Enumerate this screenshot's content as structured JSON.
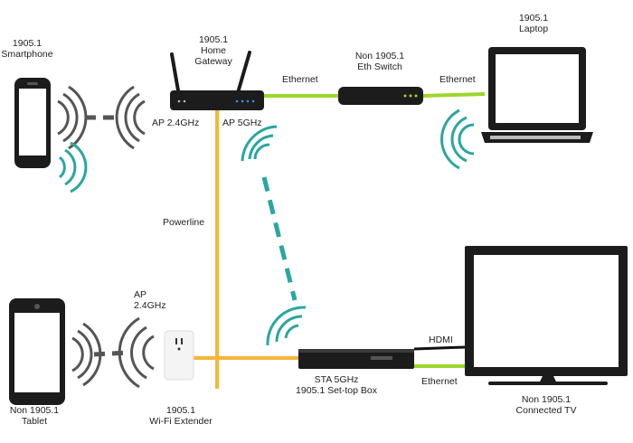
{
  "colors": {
    "ethernet": "#9bd62c",
    "powerline": "#f7b43c",
    "wifi": "#2aa6a0",
    "hdmi": "#111111",
    "device": "#1c1c1c"
  },
  "devices": {
    "smartphone": {
      "line1": "1905.1",
      "line2": "Smartphone",
      "icon": "smartphone-icon"
    },
    "gateway": {
      "line1": "1905.1",
      "line2": "Home",
      "line3": "Gateway",
      "icon": "router-icon"
    },
    "switch": {
      "line1": "Non 1905.1",
      "line2": "Eth Switch",
      "icon": "switch-icon"
    },
    "laptop": {
      "line1": "1905.1",
      "line2": "Laptop",
      "icon": "laptop-icon"
    },
    "tablet": {
      "line1": "Non 1905.1",
      "line2": "Tablet",
      "icon": "tablet-icon"
    },
    "extender": {
      "line1": "1905.1",
      "line2": "Wi-Fi Extender",
      "icon": "plug-icon"
    },
    "settop": {
      "line1": "STA 5GHz",
      "line2": "1905.1 Set-top Box",
      "icon": "settop-box-icon"
    },
    "tv": {
      "line1": "Non 1905.1",
      "line2": "Connected TV",
      "icon": "tv-icon"
    }
  },
  "links": {
    "ap24_gateway": "AP 2.4GHz",
    "ap5": "AP 5GHz",
    "ethernet1": "Ethernet",
    "ethernet2": "Ethernet",
    "ethernet3": "Ethernet",
    "powerline": "Powerline",
    "ap24_extender_line1": "AP",
    "ap24_extender_line2": "2.4GHz",
    "hdmi": "HDMI"
  }
}
